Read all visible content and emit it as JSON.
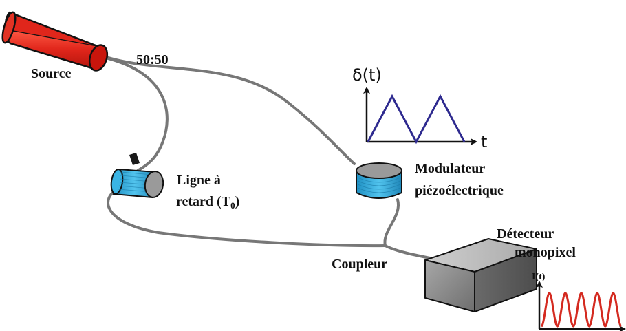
{
  "labels": {
    "source": "Source",
    "splitter": "50:50",
    "delay_line_1": "Ligne à",
    "delay_line_2": "retard (T",
    "delay_line_sub": "0",
    "delay_line_end": ")",
    "modulator_1": "Modulateur",
    "modulator_2": "piézoélectrique",
    "coupler": "Coupleur",
    "detector_1": "Détecteur",
    "detector_2": "monopixel"
  },
  "modulation_plot": {
    "ylabel": "δ(t)",
    "xlabel": "t",
    "waveform": "triangle",
    "periods": 2,
    "color": "#2e2a8f"
  },
  "intensity_plot": {
    "ylabel": "I(t)",
    "waveform": "sine",
    "periods": 5,
    "color": "#d42a20"
  },
  "colors": {
    "laser": "#e0261b",
    "fiber": "#777777",
    "coil": "#2aa4d4",
    "detector": "#8c8c8c"
  }
}
